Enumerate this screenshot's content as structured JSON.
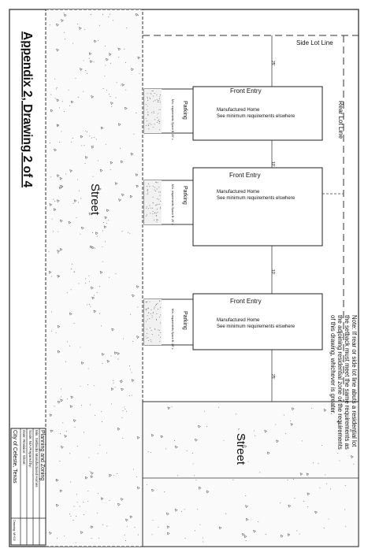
{
  "title": "Appendix 2, Drawing 2 of 4",
  "streets": {
    "main_label": "Street",
    "lower_label": "Street"
  },
  "lot_lines": {
    "side": "Side Lot Line",
    "rear": "Rear Lot Line"
  },
  "homes": [
    {
      "entry": "Front Entry",
      "line1": "Manufactured Home",
      "line2": "See minimum requirements elswhere",
      "parking": "Parking",
      "parking_note": "Min. requirements Space B: 20' x"
    },
    {
      "entry": "Front Entry",
      "line1": "Manufactured Home",
      "line2": "See minimum requirements elswhere",
      "parking": "Parking",
      "parking_note": "Min. requirements Space B: 20' x"
    },
    {
      "entry": "Front Entry",
      "line1": "Manufactured Home",
      "line2": "See minimum requirements elswhere",
      "parking": "Parking",
      "parking_note": "Min. requirements Space B: 20' x"
    }
  ],
  "note": {
    "lines": [
      "Note: If rear or side lot line abuts a residential lot",
      "the setback must meet the same requirements as",
      "the adjoining residential zone or the requirements",
      "of this drawing, whichever is greater."
    ]
  },
  "title_block": {
    "department": "Planning and Zoning",
    "subtitle": "Min. Setbacks Manufactured Homes",
    "row1": "Scale: N/A   Prepared by:",
    "row2": "Date:   Revision:   Sheet:",
    "city": "City of Celeste, Texas",
    "right_label": "Drawing: MHD2"
  }
}
